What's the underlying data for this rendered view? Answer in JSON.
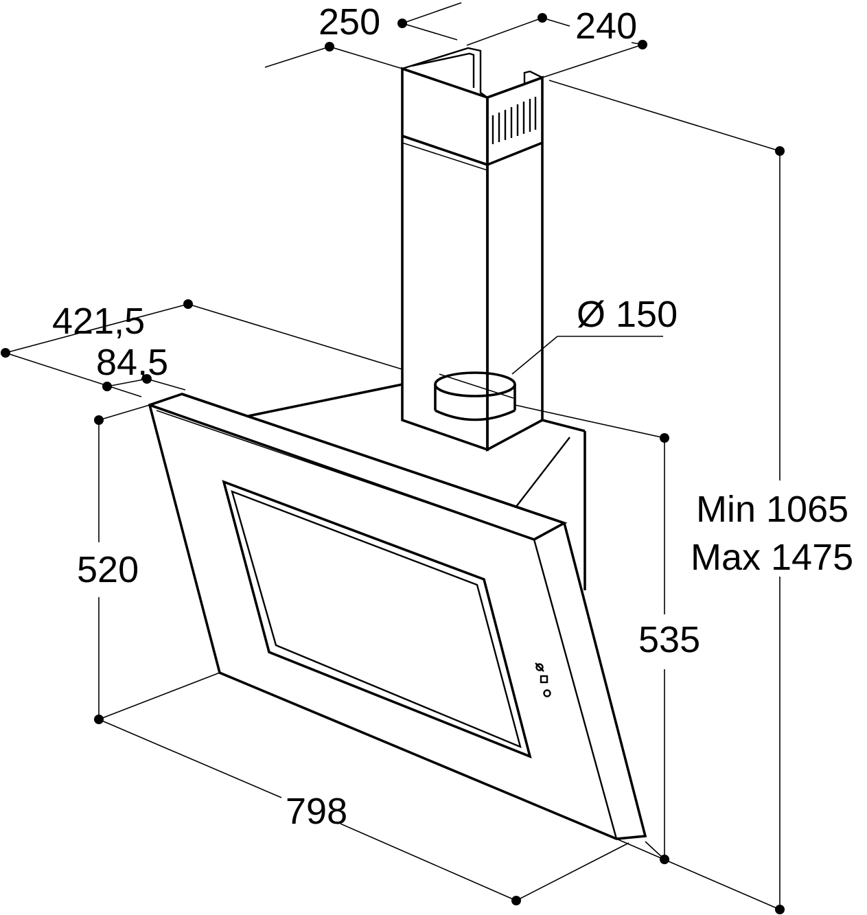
{
  "dimensions": {
    "chimney_depth": "250",
    "chimney_width": "240",
    "hood_depth": "421,5",
    "hood_offset": "84,5",
    "duct_diameter": "Ø 150",
    "front_height": "520",
    "side_height": "535",
    "total_height_min": "Min 1065",
    "total_height_max": "Max 1475",
    "hood_width": "798"
  },
  "colors": {
    "line": "#000000",
    "background": "#ffffff"
  }
}
